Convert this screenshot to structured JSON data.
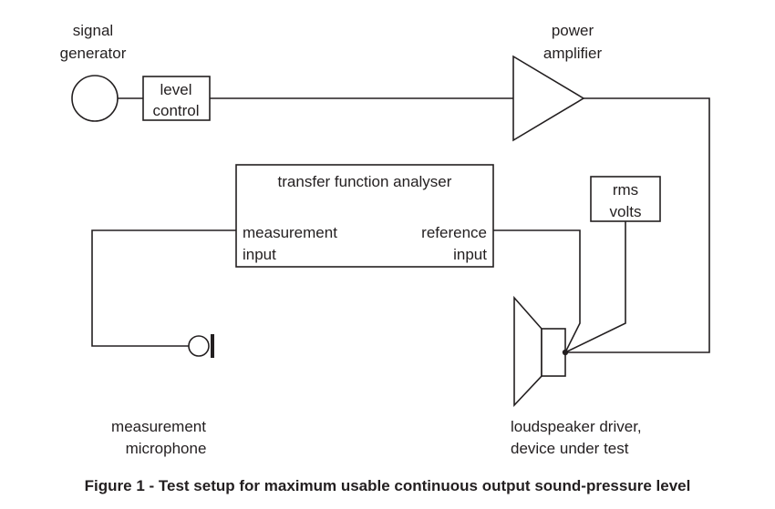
{
  "labels": {
    "signal_generator": [
      "signal",
      "generator"
    ],
    "level_control": [
      "level",
      "control"
    ],
    "power_amplifier": [
      "power",
      "amplifier"
    ],
    "analyser_title": "transfer function analyser",
    "measurement_input": [
      "measurement",
      "input"
    ],
    "reference_input": [
      "reference",
      "input"
    ],
    "rms_volts": [
      "rms",
      "volts"
    ],
    "measurement_microphone": [
      "measurement",
      "microphone"
    ],
    "loudspeaker": [
      "loudspeaker driver,",
      "device under test"
    ]
  },
  "caption": "Figure 1 - Test setup for maximum usable continuous output sound-pressure level"
}
